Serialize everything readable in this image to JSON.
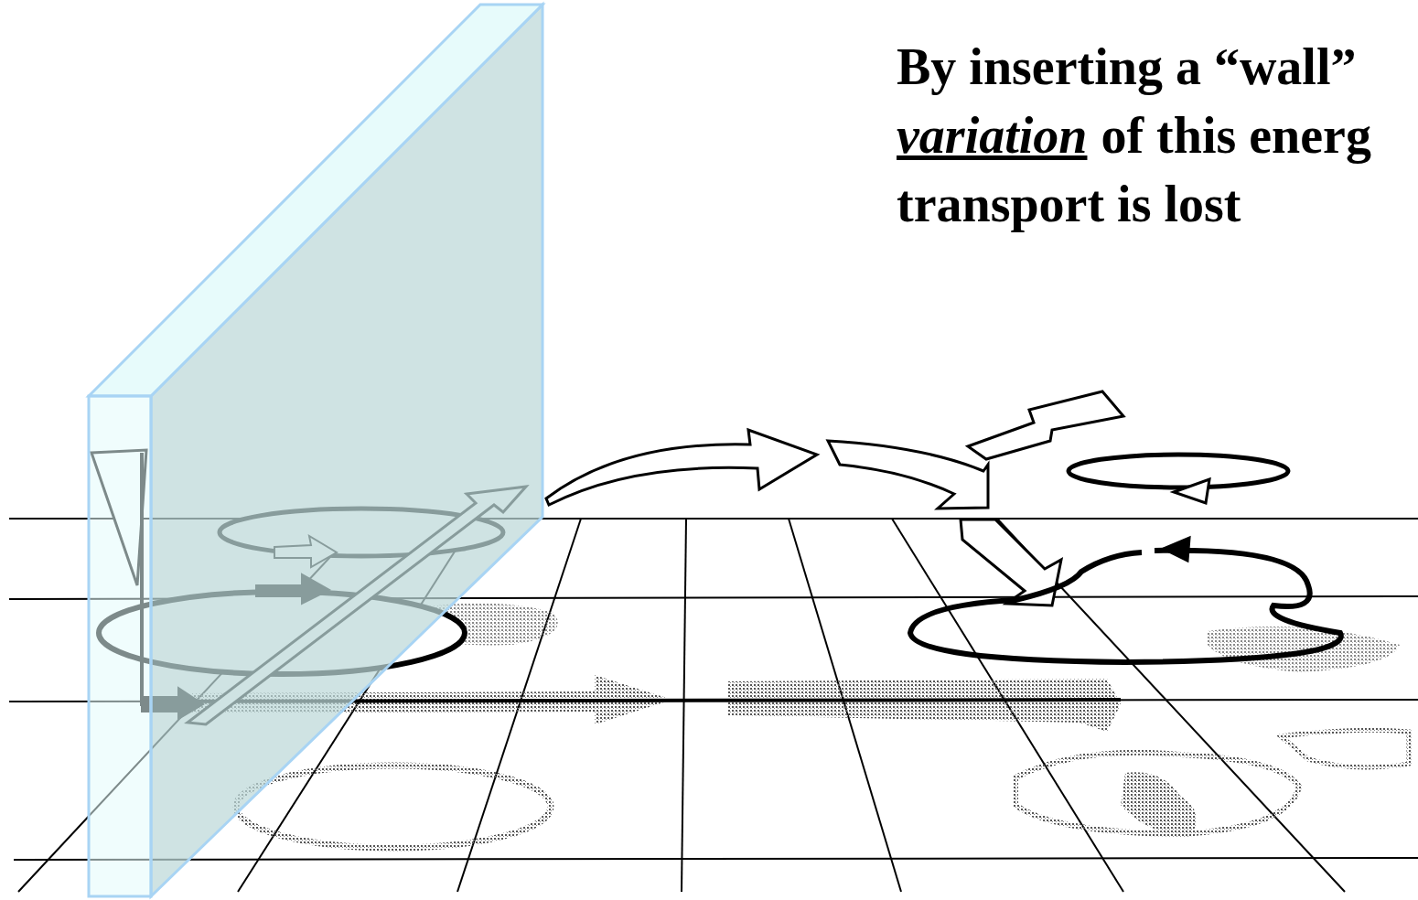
{
  "diagram": {
    "labels": [
      "By inserting a “wall”",
      "variation",
      "of this energ",
      "transport is lost"
    ]
  }
}
